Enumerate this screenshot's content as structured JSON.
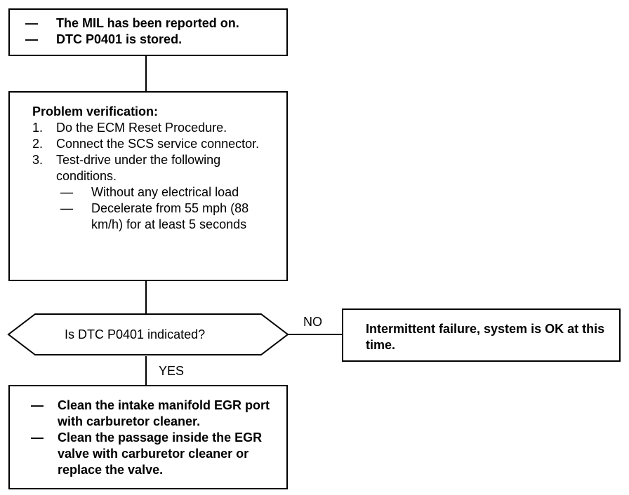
{
  "box1": {
    "items": [
      "The MIL has been reported on.",
      "DTC P0401 is stored."
    ]
  },
  "box2": {
    "title": "Problem verification:",
    "steps": [
      {
        "num": "1.",
        "text": "Do the ECM Reset Procedure."
      },
      {
        "num": "2.",
        "text": "Connect the SCS service connector."
      },
      {
        "num": "3.",
        "text": "Test-drive under the following conditions."
      }
    ],
    "subitems": [
      "Without any electrical load",
      "Decelerate from 55 mph (88 km/h) for at least 5 seconds"
    ]
  },
  "decision": {
    "question": "Is DTC P0401 indicated?",
    "no_label": "NO",
    "yes_label": "YES"
  },
  "no_box": {
    "text": "Intermittent failure, system is OK at this time."
  },
  "box3": {
    "items": [
      "Clean the intake manifold EGR port with carburetor cleaner.",
      "Clean the passage inside the EGR valve with carburetor cleaner or replace the valve."
    ]
  },
  "symbols": {
    "dash": "—"
  }
}
